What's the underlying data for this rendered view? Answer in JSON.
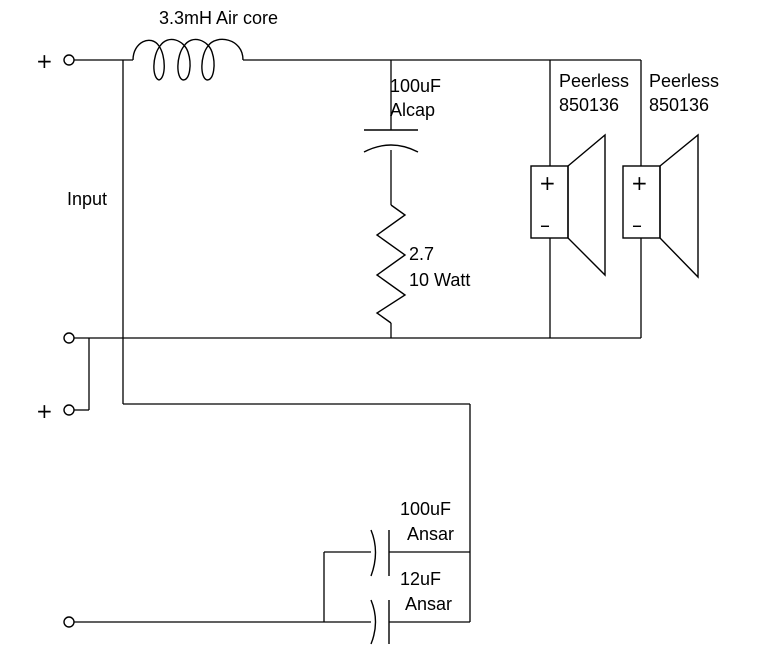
{
  "labels": {
    "inductor": "3.3mH Air core",
    "cap_alcap_value": "100uF",
    "cap_alcap_name": "Alcap",
    "resistor_value": "2.7",
    "resistor_power": "10 Watt",
    "speaker1_brand": "Peerless",
    "speaker1_model": "850136",
    "speaker2_brand": "Peerless",
    "speaker2_model": "850136",
    "input": "Input",
    "cap_ansar1_value": "100uF",
    "cap_ansar1_name": "Ansar",
    "cap_ansar2_value": "12uF",
    "cap_ansar2_name": "Ansar"
  },
  "symbols": {
    "plus": "+",
    "minus": "–"
  }
}
